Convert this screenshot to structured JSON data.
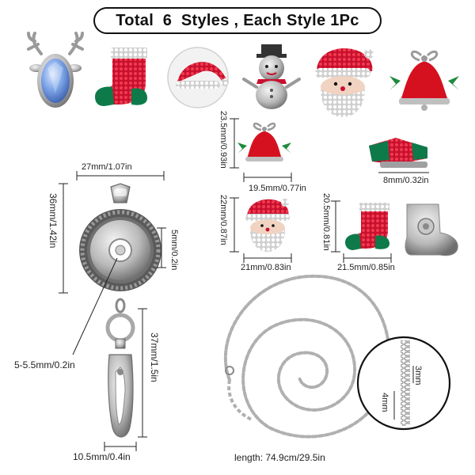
{
  "header": {
    "title": "Total  6  Styles , Each Style 1Pc"
  },
  "products": [
    {
      "name": "reindeer-charm"
    },
    {
      "name": "stocking-charm"
    },
    {
      "name": "santa-hat-charm"
    },
    {
      "name": "snowman-charm"
    },
    {
      "name": "santa-face-charm"
    },
    {
      "name": "bell-charm"
    }
  ],
  "dimensions": {
    "bell_height": "23.5mm/0.93in",
    "bell_width": "19.5mm/0.77in",
    "stocking_side": "8mm/0.32in",
    "stocking_height": "20.5mm/0.81in",
    "stocking_width": "21.5mm/0.85in",
    "santa_height": "22mm/0.87in",
    "santa_width": "21mm/0.83in",
    "pendant_width": "27mm/1.07in",
    "pendant_height": "36mm/1.42in",
    "pendant_depth": "5mm/0.2in",
    "snap_hole": "5-5.5mm/0.2in",
    "clasp_length": "37mm/1.5in",
    "clasp_width": "10.5mm/0.4in",
    "chain_length": "length: 74.9cm/29.5in",
    "link_height": "4mm",
    "link_width": "3mm"
  }
}
